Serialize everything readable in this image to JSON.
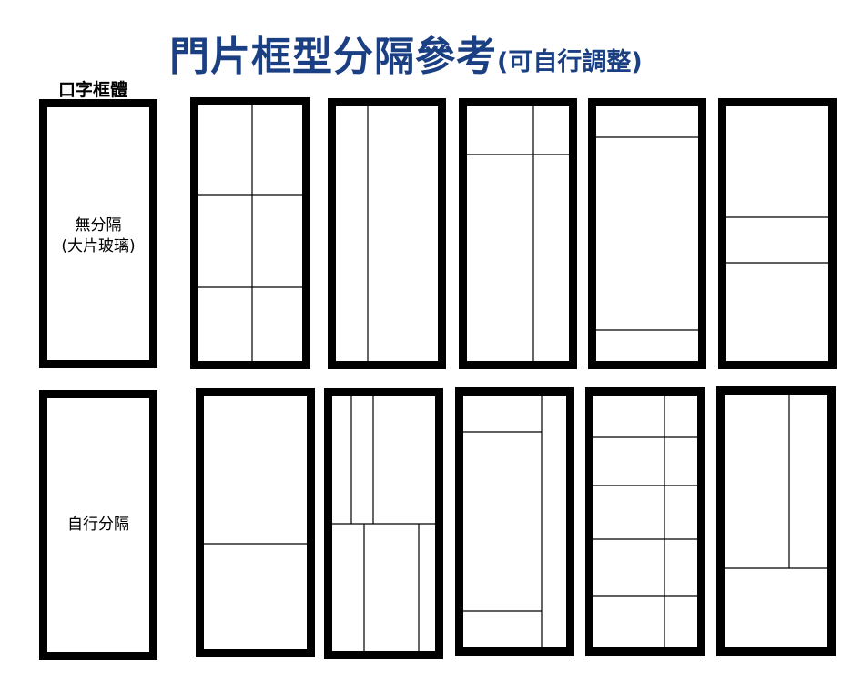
{
  "title": {
    "main": "門片框型分隔參考",
    "sub": "(可自行調整)"
  },
  "heading": "口字框體",
  "plain_door": {
    "line1": "無分隔",
    "line2": "(大片玻璃)"
  },
  "custom_door": {
    "label": "自行分隔"
  },
  "colors": {
    "title": "#1b3f83",
    "frame": "#000000",
    "background": "#ffffff"
  }
}
